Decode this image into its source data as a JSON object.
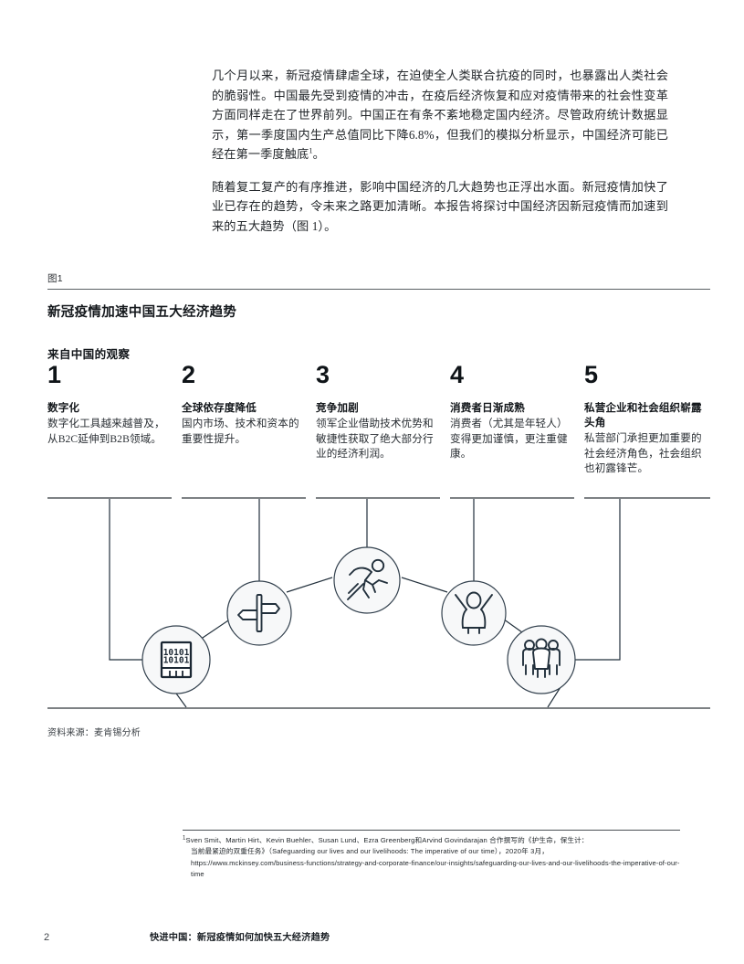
{
  "document": {
    "paragraphs": [
      "几个月以来，新冠疫情肆虐全球，在迫使全人类联合抗疫的同时，也暴露出人类社会的脆弱性。中国最先受到疫情的冲击，在疫后经济恢复和应对疫情带来的社会性变革方面同样走在了世界前列。中国正在有条不紊地稳定国内经济。尽管政府统计数据显示，第一季度国内生产总值同比下降6.8%，但我们的模拟分析显示，中国经济可能已经在第一季度触底",
      "随着复工复产的有序推进，影响中国经济的几大趋势也正浮出水面。新冠疫情加快了业已存在的趋势，令未来之路更加清晰。本报告将探讨中国经济因新冠疫情而加速到来的五大趋势（图 1）。"
    ],
    "footnote_marker": "1",
    "paragraph1_tail": "。"
  },
  "exhibit": {
    "label": "图1",
    "title": "新冠疫情加速中国五大经济趋势",
    "subtitle": "来自中国的观察",
    "source": "资料来源：麦肯锡分析",
    "trends": [
      {
        "number": "1",
        "heading": "数字化",
        "description": "数字化工具越来越普及，从B2C延伸到B2B领域。",
        "icon": "binary-chip-icon"
      },
      {
        "number": "2",
        "heading": "全球依存度降低",
        "description": "国内市场、技术和资本的重要性提升。",
        "icon": "signpost-icon"
      },
      {
        "number": "3",
        "heading": "竞争加剧",
        "description": "领军企业借助技术优势和敏捷性获取了绝大部分行业的经济利润。",
        "icon": "running-person-icon"
      },
      {
        "number": "4",
        "heading": "消费者日渐成熟",
        "description": "消费者（尤其是年轻人）变得更加谨慎，更注重健康。",
        "icon": "cheering-person-icon"
      },
      {
        "number": "5",
        "heading": "私营企业和社会组织崭露头角",
        "description": "私营部门承担更加重要的社会经济角色，社会组织也初露锋芒。",
        "icon": "group-people-icon"
      }
    ]
  },
  "footnote": {
    "marker": "1",
    "line1": "Sven Smit、Martin Hirt、Kevin Buehler、Susan Lund、Ezra Greenberg和Arvind Govindarajan 合作撰写的《护生命，保生计：",
    "line2": "当前最紧迫的双重任务》（Safeguarding our lives and our livelihoods: The imperative of our time），2020年 3月，",
    "url": "https://www.mckinsey.com/business-functions/strategy-and-corporate-finance/our-insights/safeguarding-our-lives-and-our-livelihoods-the-imperative-of-our-time"
  },
  "page_footer": {
    "page_number": "2",
    "running_title": "快进中国：新冠疫情如何加快五大经济趋势"
  },
  "colors": {
    "ink": "#1c2430",
    "rule_gray": "#7d8184",
    "circle_fill": "#f7f8f9",
    "line_dark": "#22303c"
  }
}
